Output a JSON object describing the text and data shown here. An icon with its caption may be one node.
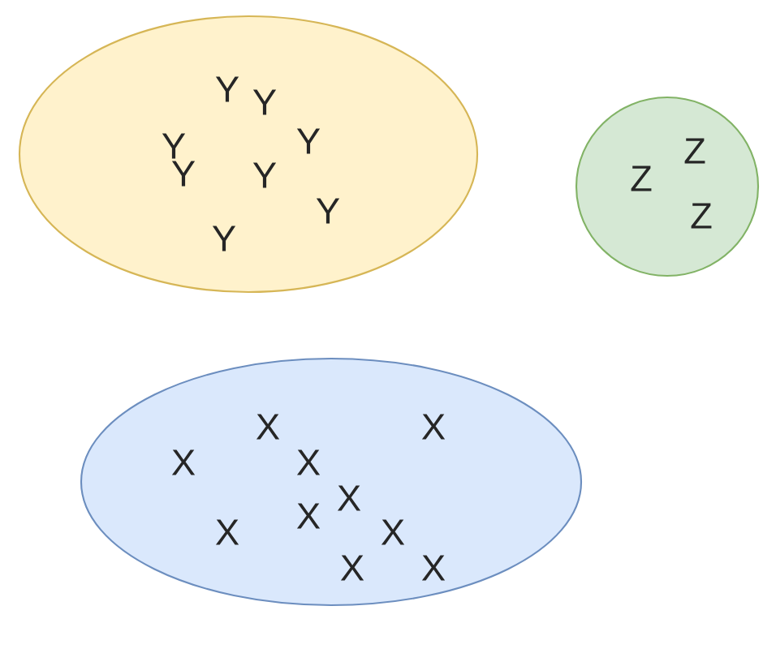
{
  "diagram": {
    "nodes": [
      {
        "text": [
          "Y",
          "Y",
          "Y",
          "Y",
          "Y",
          "Y",
          "Y",
          "Y"
        ]
      },
      {
        "text": [
          "Z",
          "Z",
          "Z"
        ]
      },
      {
        "text": [
          "X",
          "X",
          "X",
          "X",
          "X",
          "X",
          "X",
          "X",
          "X",
          "X"
        ]
      }
    ]
  }
}
